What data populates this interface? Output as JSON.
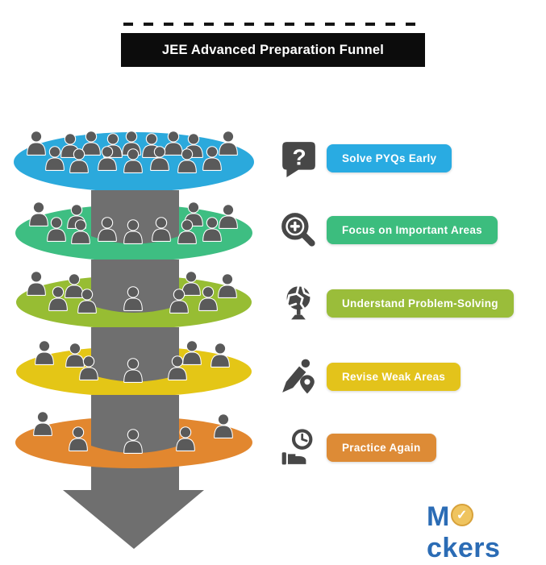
{
  "title": "JEE Advanced Preparation Funnel",
  "icon_color": "#474747",
  "steps": [
    {
      "label": "Solve PYQs Early",
      "icon": "question-bubble",
      "color": "#29ABE2"
    },
    {
      "label": "Focus on Important Areas",
      "icon": "zoom-in",
      "color": "#3CBD7E"
    },
    {
      "label": "Understand Problem-Solving",
      "icon": "globe",
      "color": "#9ABD3A"
    },
    {
      "label": "Revise Weak Areas",
      "icon": "pen-pin",
      "color": "#E3C31B"
    },
    {
      "label": "Practice Again",
      "icon": "clock-hand",
      "color": "#DD8B36"
    }
  ],
  "funnel": {
    "levels": [
      {
        "name": "Solve PYQs Early",
        "color": "#2BA9DC",
        "people": 16
      },
      {
        "name": "Focus on Important Areas",
        "color": "#3EBE82",
        "people": 11
      },
      {
        "name": "Understand Problem-Solving",
        "color": "#97BD33",
        "people": 9
      },
      {
        "name": "Revise Weak Areas",
        "color": "#E4C616",
        "people": 7
      },
      {
        "name": "Practice Again",
        "color": "#E2872F",
        "people": 5
      }
    ],
    "stem_color": "#6F6F6F",
    "people_color": "#5A5A5A"
  },
  "logo": {
    "prefix": "M",
    "suffix": "ckers",
    "text_color": "#2B6CB5",
    "badge_color": "#EFC45F",
    "badge_glyph": "✓"
  }
}
